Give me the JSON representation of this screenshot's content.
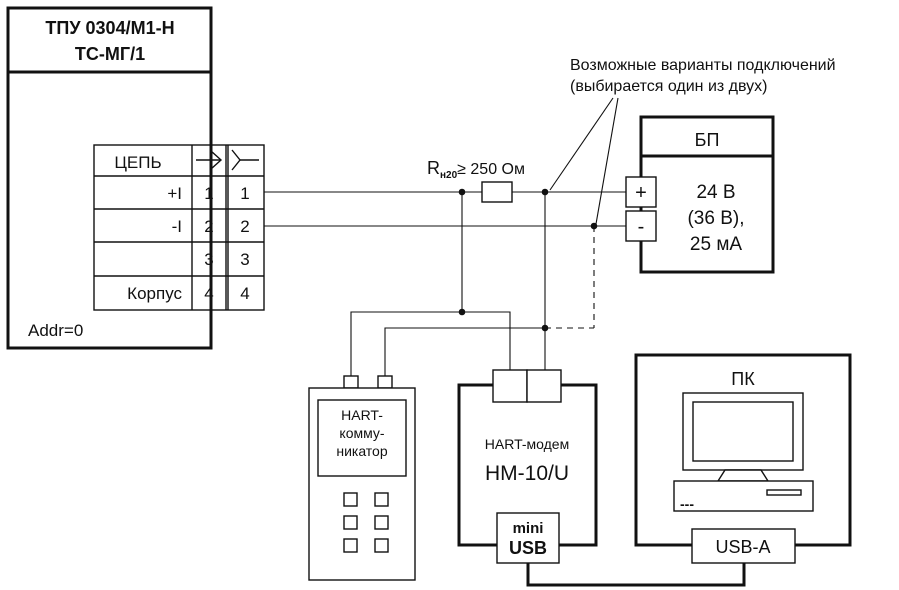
{
  "sensor": {
    "title_line1": "ТПУ 0304/М1-Н",
    "title_line2": "ТС-МГ/1",
    "addr": "Addr=0",
    "table": {
      "header": "ЦЕПЬ",
      "rows": [
        {
          "label": "+I",
          "pin_a": "1",
          "pin_b": "1"
        },
        {
          "label": "-I",
          "pin_a": "2",
          "pin_b": "2"
        },
        {
          "label": "",
          "pin_a": "3",
          "pin_b": "3"
        },
        {
          "label": "Корпус",
          "pin_a": "4",
          "pin_b": "4"
        }
      ]
    }
  },
  "resistor": {
    "symbol": "R",
    "subscript": "н20",
    "value": "≥ 250 Ом"
  },
  "note": {
    "line1": "Возможные варианты подключений",
    "line2": "(выбирается один из двух)"
  },
  "power_supply": {
    "title": "БП",
    "plus": "+",
    "minus": "-",
    "line1": "24 В",
    "line2": "(36 В),",
    "line3": "25 мА"
  },
  "communicator": {
    "line1": "HART-",
    "line2": "комму-",
    "line3": "никатор"
  },
  "modem": {
    "line1": "HART-модем",
    "line2": "НМ-10/U",
    "port_line1": "mini",
    "port_line2": "USB"
  },
  "pc": {
    "title": "ПК",
    "port": "USB-A",
    "drive_marks": "---"
  }
}
